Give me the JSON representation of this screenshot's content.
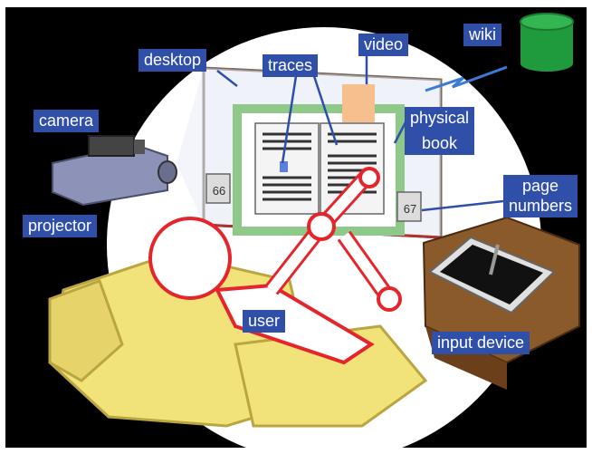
{
  "labels": {
    "desktop": "desktop",
    "traces": "traces",
    "video": "video",
    "wiki": "wiki",
    "camera": "camera",
    "physical_line1": "physical",
    "physical_line2": "book",
    "page_line1": "page",
    "page_line2": "numbers",
    "projector": "projector",
    "user": "user",
    "input_device": "input device"
  },
  "page_numbers": {
    "left": "66",
    "right": "67"
  },
  "colors": {
    "background": "#000000",
    "spotlight": "#ffffff",
    "label_bg": "#2f4fa8",
    "label_text": "#ffffff",
    "chair": "#f2e27a",
    "book_frame": "#8fc98a",
    "user_outline": "#e4262c",
    "wiki_db": "#1f9a3c",
    "video_patch": "#f6c08e",
    "trace_mark": "#5a7fe0",
    "table": "#7a4a1e"
  }
}
